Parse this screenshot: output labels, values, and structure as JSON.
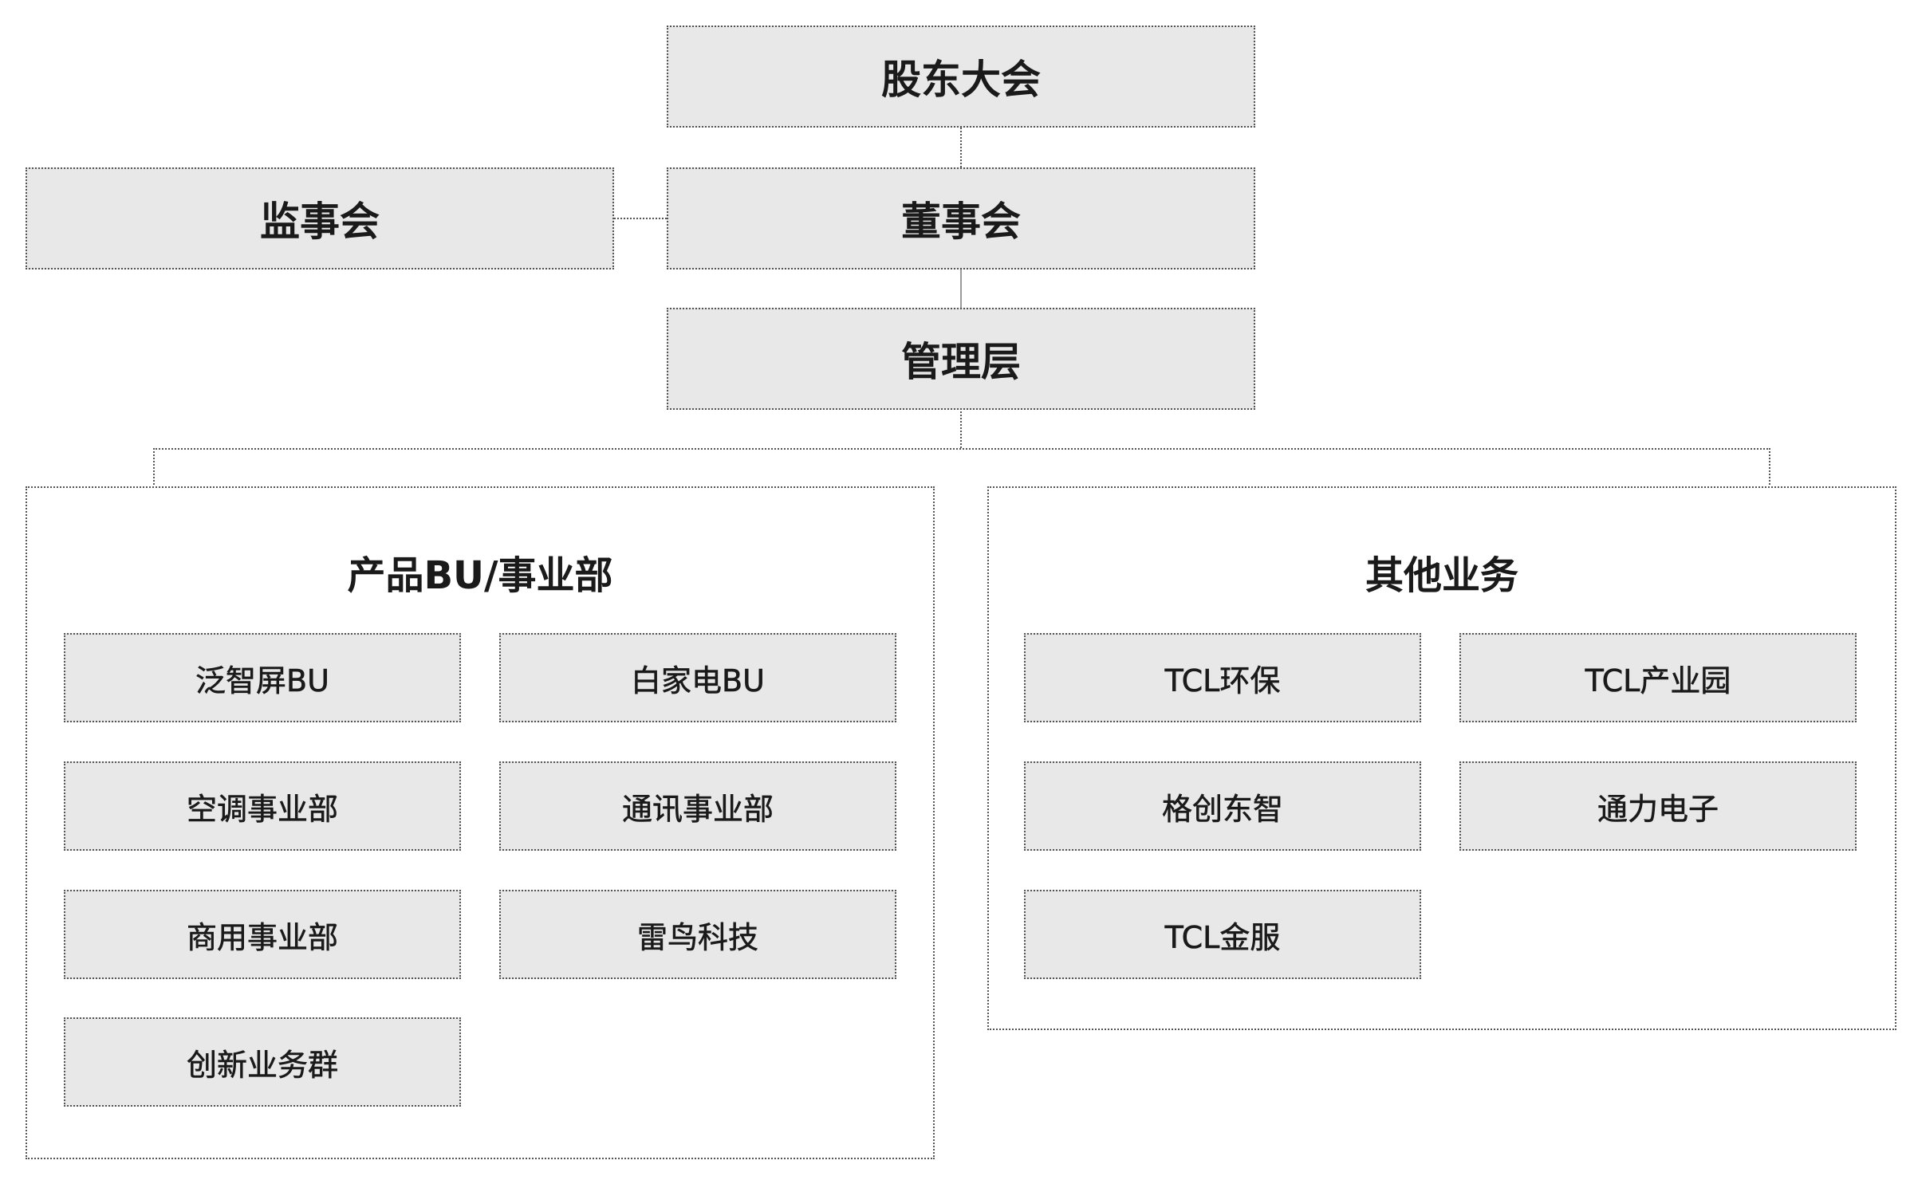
{
  "top_nodes": {
    "shareholders": "股东大会",
    "supervisory": "监事会",
    "board": "董事会",
    "management": "管理层"
  },
  "groups": {
    "product": {
      "title": "产品BU/事业部",
      "units": [
        "泛智屏BU",
        "白家电BU",
        "空调事业部",
        "通讯事业部",
        "商用事业部",
        "雷鸟科技",
        "创新业务群"
      ]
    },
    "other": {
      "title": "其他业务",
      "units": [
        "TCL环保",
        "TCL产业园",
        "格创东智",
        "通力电子",
        "TCL金服"
      ]
    }
  }
}
